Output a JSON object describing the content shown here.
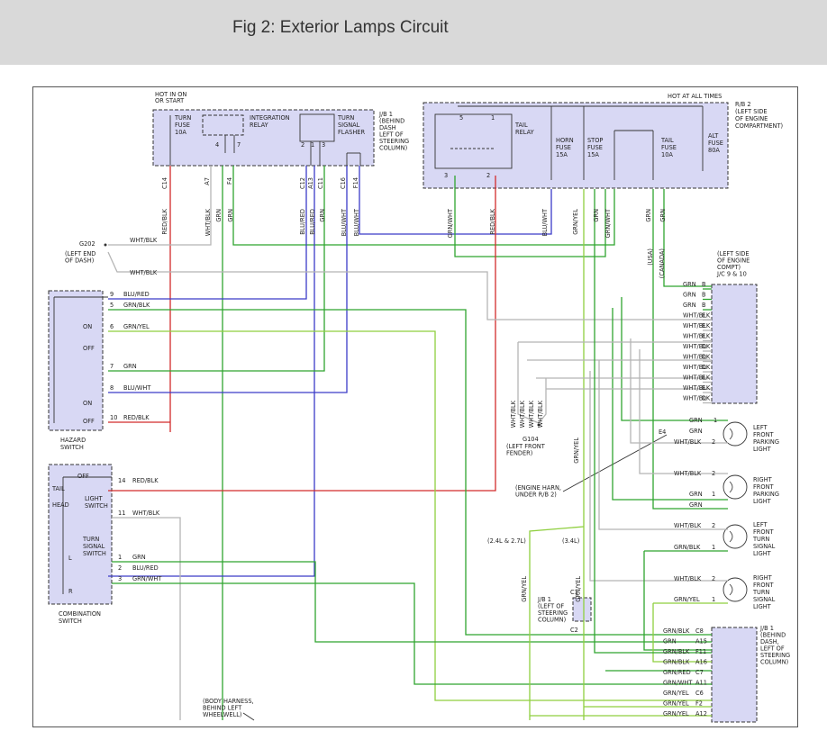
{
  "header": {
    "title": "Fig 2: Exterior Lamps Circuit"
  },
  "colors": {
    "red": "#d22b2b",
    "blue": "#3b3bc8",
    "green": "#2fa52f",
    "yellowgreen": "#8fcf3f",
    "gray": "#b5b5b5",
    "darkgray": "#777777",
    "box_fill": "#d8d8f4",
    "header_bg": "#d9d9d9"
  },
  "jb1_top": {
    "hot": [
      "HOT IN ON",
      "OR START"
    ],
    "title": [
      "J/B 1",
      "(BEHIND",
      "DASH",
      "LEFT OF",
      "STEERING",
      "COLUMN)"
    ],
    "turn_fuse": [
      "TURN",
      "FUSE",
      "10A"
    ],
    "integration_relay": [
      "INTEGRATION",
      "RELAY"
    ],
    "flasher": [
      "TURN",
      "SIGNAL",
      "FLASHER"
    ],
    "pins": [
      "4",
      "7",
      "2",
      "1",
      "3"
    ],
    "connectors": [
      "C14",
      "A7",
      "F4",
      "C12",
      "A13",
      "C11",
      "C16",
      "F14"
    ]
  },
  "rb2": {
    "hot": "HOT AT ALL TIMES",
    "title": [
      "R/B 2",
      "(LEFT SIDE",
      "OF ENGINE",
      "COMPARTMENT)"
    ],
    "tail_relay": [
      "TAIL",
      "RELAY"
    ],
    "horn_fuse": [
      "HORN",
      "FUSE",
      "15A"
    ],
    "stop_fuse": [
      "STOP",
      "FUSE",
      "15A"
    ],
    "tail_fuse": [
      "TAIL",
      "FUSE",
      "10A"
    ],
    "alt_fuse": [
      "ALT",
      "FUSE",
      "80A"
    ],
    "pins": [
      "5",
      "1",
      "3",
      "2"
    ]
  },
  "wire_labels": {
    "red_blk": "RED/BLK",
    "wht_blk": "WHT/BLK",
    "grn": "GRN",
    "blu_red": "BLU/RED",
    "blu_wht": "BLU/WHT",
    "grn_wht": "GRN/WHT",
    "blu_wht2": "BLU/WHT",
    "grn_yel": "GRN/YEL",
    "grn_blk": "GRN/BLK",
    "grn_red": "GRN/RED",
    "usa": "(USA)",
    "canada": "(CANADA)"
  },
  "g202": {
    "name": "G202",
    "note": [
      "(LEFT END",
      "OF DASH)"
    ]
  },
  "hazard": {
    "name": [
      "HAZARD",
      "SWITCH"
    ],
    "on": "ON",
    "off": "OFF",
    "pins": [
      {
        "n": "9",
        "wire": "BLU/RED"
      },
      {
        "n": "5",
        "wire": "GRN/BLK"
      },
      {
        "n": "6",
        "wire": "GRN/YEL"
      },
      {
        "n": "7",
        "wire": "GRN"
      },
      {
        "n": "8",
        "wire": "BLU/WHT"
      },
      {
        "n": "10",
        "wire": "RED/BLK"
      }
    ]
  },
  "combo": {
    "name": [
      "COMBINATION",
      "SWITCH"
    ],
    "tail": "TAIL",
    "head": "HEAD",
    "off": "OFF",
    "light_switch": [
      "LIGHT",
      "SWITCH"
    ],
    "turn_switch": [
      "TURN",
      "SIGNAL",
      "SWITCH"
    ],
    "l": "L",
    "r": "R",
    "pins": [
      {
        "n": "14",
        "wire": "RED/BLK"
      },
      {
        "n": "11",
        "wire": "WHT/BLK"
      },
      {
        "n": "1",
        "wire": "GRN"
      },
      {
        "n": "2",
        "wire": "BLU/RED"
      },
      {
        "n": "3",
        "wire": "GRN/WHT"
      }
    ]
  },
  "g104": {
    "name": "G104",
    "note": [
      "(LEFT FRONT",
      "FENDER)"
    ]
  },
  "engine_harn": [
    "(ENGINE HARN,",
    "UNDER R/B 2)"
  ],
  "engine_labels": {
    "v6_small": "(2.4L & 2.7L)",
    "v6_large": "(3.4L)"
  },
  "jc": {
    "title": [
      "(LEFT SIDE",
      "OF ENGINE",
      "COMPT)",
      "J/C 9 & 10"
    ],
    "rows": [
      {
        "wire": "GRN",
        "pin": "B"
      },
      {
        "wire": "GRN",
        "pin": "B"
      },
      {
        "wire": "GRN",
        "pin": "B"
      },
      {
        "wire": "WHT/BLK",
        "pin": "E"
      },
      {
        "wire": "WHT/BLK",
        "pin": "E"
      },
      {
        "wire": "WHT/BLK",
        "pin": "E"
      },
      {
        "wire": "WHT/BLK",
        "pin": "D"
      },
      {
        "wire": "WHT/BLK",
        "pin": "D"
      },
      {
        "wire": "WHT/BLK",
        "pin": "D"
      },
      {
        "wire": "WHT/BLK",
        "pin": "E"
      },
      {
        "wire": "WHT/BLK",
        "pin": "E"
      },
      {
        "wire": "WHT/BLK",
        "pin": "D"
      }
    ]
  },
  "lamps": {
    "lf_parking": {
      "name": [
        "LEFT",
        "FRONT",
        "PARKING",
        "LIGHT"
      ],
      "pins": [
        {
          "n": "1",
          "wire": "GRN"
        },
        {
          "n": "2",
          "wire": "WHT/BLK"
        }
      ],
      "extra": "GRN",
      "e4": "E4"
    },
    "rf_parking": {
      "name": [
        "RIGHT",
        "FRONT",
        "PARKING",
        "LIGHT"
      ],
      "pins": [
        {
          "n": "2",
          "wire": "WHT/BLK"
        },
        {
          "n": "1",
          "wire": "GRN"
        }
      ],
      "extra": "GRN"
    },
    "lf_turn": {
      "name": [
        "LEFT",
        "FRONT",
        "TURN",
        "SIGNAL",
        "LIGHT"
      ],
      "pins": [
        {
          "n": "2",
          "wire": "WHT/BLK"
        },
        {
          "n": "1",
          "wire": "GRN/BLK"
        }
      ]
    },
    "rf_turn": {
      "name": [
        "RIGHT",
        "FRONT",
        "TURN",
        "SIGNAL",
        "LIGHT"
      ],
      "pins": [
        {
          "n": "2",
          "wire": "WHT/BLK"
        },
        {
          "n": "1",
          "wire": "GRN/YEL"
        }
      ]
    }
  },
  "jb1_mid": {
    "c1": "C1",
    "c2": "C2",
    "title": [
      "J/B 1",
      "(LEFT OF",
      "STEERING",
      "COLUMN)"
    ]
  },
  "jb1_bottom": {
    "title": [
      "J/B 1",
      "(BEHIND",
      "DASH,",
      "LEFT OF",
      "STEERING",
      "COLUMN)"
    ],
    "rows": [
      {
        "wire": "GRN/BLK",
        "pin": "C8"
      },
      {
        "wire": "GRN",
        "pin": "A15"
      },
      {
        "wire": "GRN/BLK",
        "pin": "F11"
      },
      {
        "wire": "GRN/BLK",
        "pin": "A16"
      },
      {
        "wire": "GRN/RED",
        "pin": "C7"
      },
      {
        "wire": "GRN/WHT",
        "pin": "A11"
      },
      {
        "wire": "GRN/YEL",
        "pin": "C6"
      },
      {
        "wire": "GRN/YEL",
        "pin": "F2"
      },
      {
        "wire": "GRN/YEL",
        "pin": "A12"
      }
    ]
  },
  "body_harness": [
    "(BODY HARNESS,",
    "BEHIND LEFT",
    "WHEELWELL)"
  ]
}
